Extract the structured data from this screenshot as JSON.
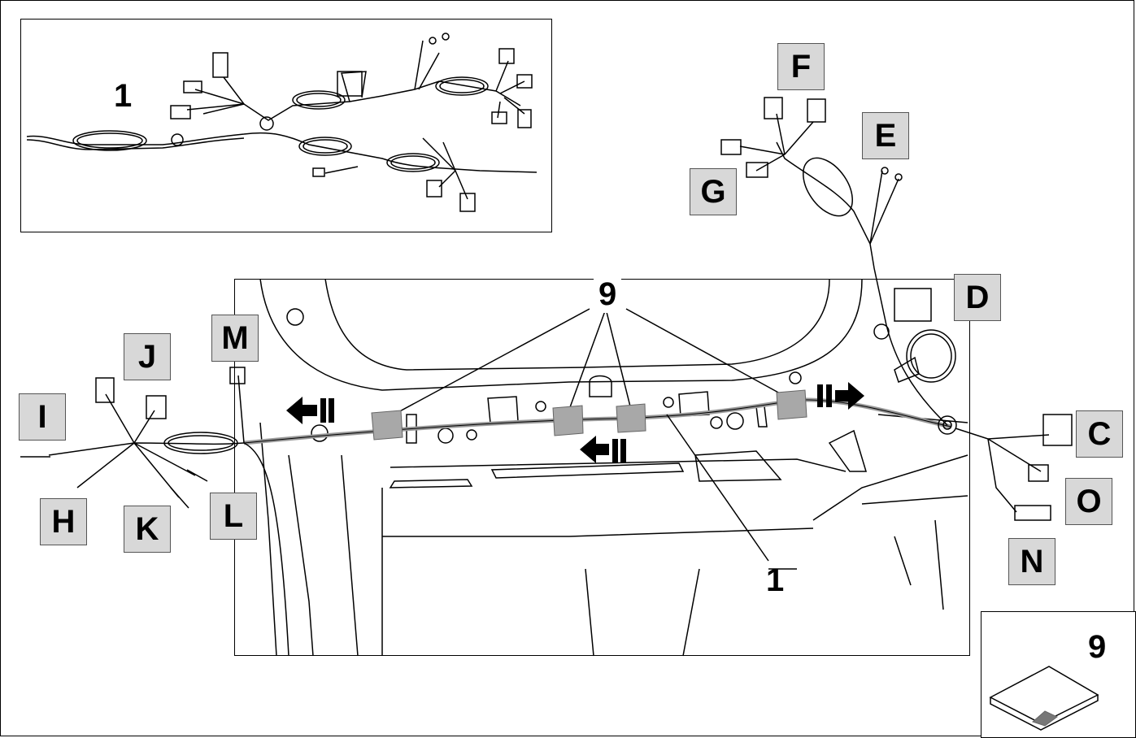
{
  "diagram": {
    "part_labels": {
      "top_inset_part": "1",
      "routing_part": "1",
      "tape_callout": "9",
      "tape_inset": "9"
    },
    "connectors": {
      "C": "C",
      "D": "D",
      "E": "E",
      "F": "F",
      "G": "G",
      "H": "H",
      "I": "I",
      "J": "J",
      "K": "K",
      "L": "L",
      "M": "M",
      "N": "N",
      "O": "O"
    },
    "colors": {
      "label_fill": "#d8d8d8",
      "tape_fill": "#a8a8a8",
      "harness": "#9a9a9a",
      "line": "#000000"
    }
  }
}
